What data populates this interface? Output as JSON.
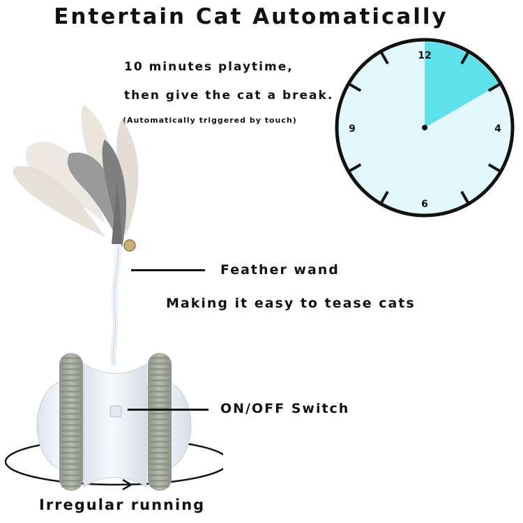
{
  "title": "Entertain Cat Automatically",
  "playtime": {
    "line1": "10 minutes playtime,",
    "line2": "then give the cat a break.",
    "note": "(Automatically triggered by touch)"
  },
  "clock": {
    "labels": {
      "twelve": "12",
      "right": "4",
      "bottom": "6",
      "left": "9"
    },
    "highlight_fraction": 0.1667,
    "face_color": "#e2f8fd",
    "highlight_color": "#5fe1ec",
    "rim_color": "#111111"
  },
  "callouts": {
    "feather_label": "Feather wand",
    "feather_desc": "Making it easy to tease cats",
    "switch_label": "ON/OFF Switch",
    "running_label": "Irregular running"
  },
  "colors": {
    "toy_body": "#eef1f7",
    "wheel": "#a9aea2",
    "feather_grey": "#8a8a8a",
    "feather_cream": "#e9e4dc"
  }
}
